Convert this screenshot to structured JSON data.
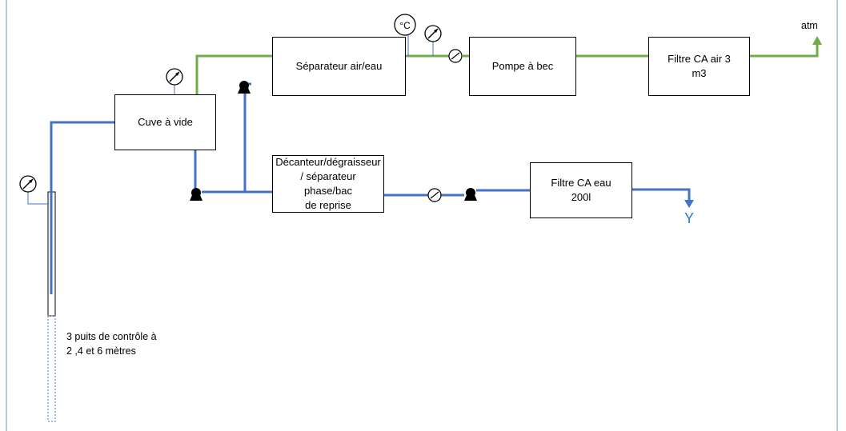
{
  "colors": {
    "water_line": "#4472C4",
    "air_line": "#70AD47",
    "output_y": "#2E75D6",
    "frame": "#5B9BD5"
  },
  "boxes": {
    "cuve": "Cuve à vide",
    "separateur": "Séparateur air/eau",
    "pompe": "Pompe à bec",
    "filtre_air": "Filtre CA air 3\nm3",
    "decanteur": "Décanteur/dégraisseur\n/ séparateur phase/bac\nde reprise",
    "filtre_eau": "Filtre CA eau\n200l"
  },
  "labels": {
    "atm": "atm",
    "temperature": "°C",
    "output": "Y",
    "wells": "3 puits de contrôle à\n 2 ,4 et 6 mètres"
  },
  "icons": [
    "gauge-icon",
    "thermometer-icon",
    "flow-meter-icon",
    "pump-icon"
  ]
}
